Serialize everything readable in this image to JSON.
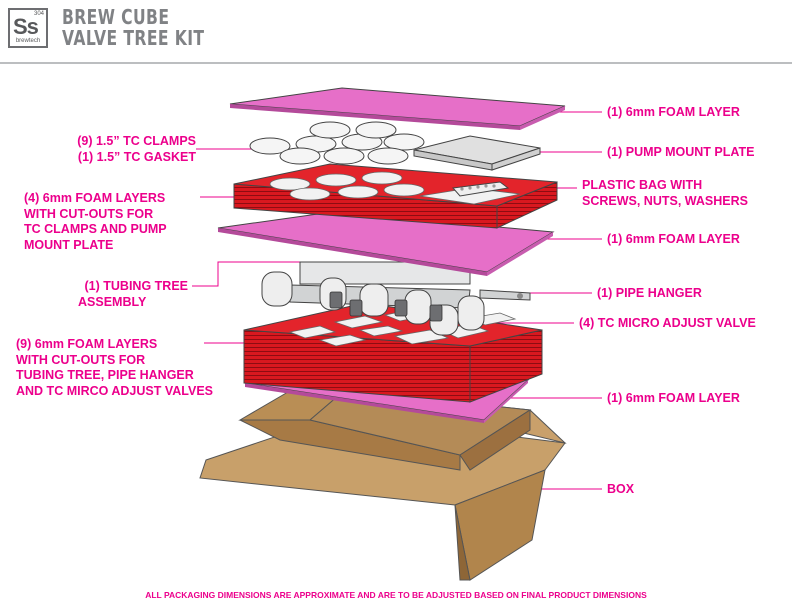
{
  "header": {
    "logo": {
      "symbol": "Ss",
      "number": "304",
      "name": "brewtech"
    },
    "title_line1": "BREW CUBE",
    "title_line2": "VALVE TREE KIT"
  },
  "labels": {
    "foam_top": "(1) 6mm FOAM LAYER",
    "clamps_l1": "(9) 1.5” TC CLAMPS",
    "clamps_l2": "(1) 1.5” TC GASKET",
    "pump_plate": "(1) PUMP MOUNT PLATE",
    "foam4_l1": "(4) 6mm FOAM LAYERS",
    "foam4_l2": "WITH CUT-OUTS FOR",
    "foam4_l3": "TC CLAMPS AND PUMP",
    "foam4_l4": "MOUNT PLATE",
    "bag_l1": "PLASTIC BAG WITH",
    "bag_l2": "SCREWS, NUTS, WASHERS",
    "foam_mid": "(1) 6mm FOAM LAYER",
    "tree_l1": "(1) TUBING TREE",
    "tree_l2": "ASSEMBLY",
    "pipe_hanger": "(1) PIPE HANGER",
    "micro_valve": "(4) TC MICRO ADJUST VALVE",
    "foam9_l1": "(9) 6mm FOAM LAYERS",
    "foam9_l2": "WITH CUT-OUTS FOR",
    "foam9_l3": "TUBING TREE, PIPE HANGER",
    "foam9_l4": "AND TC MIRCO ADJUST VALVES",
    "foam_bottom": "(1) 6mm FOAM LAYER",
    "box": "BOX"
  },
  "footnote": "ALL PACKAGING DIMENSIONS ARE APPROXIMATE AND ARE TO BE ADJUSTED BASED ON FINAL PRODUCT DIMENSIONS",
  "colors": {
    "accent": "#ec008c",
    "foam_pink": "#e66fc8",
    "foam_red": "#d9181f",
    "cardboard": "#c49a63",
    "metal": "#e6e7e8"
  }
}
